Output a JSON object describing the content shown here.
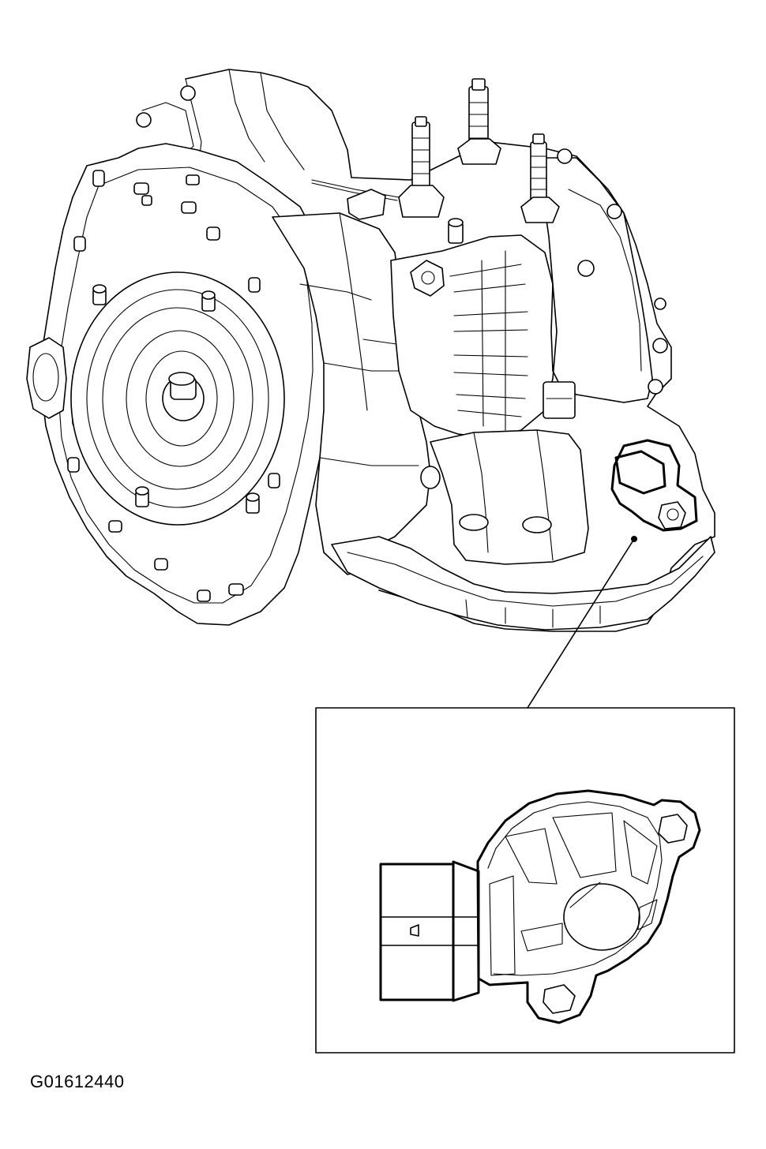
{
  "figure": {
    "code": "G01612440"
  },
  "parts": {
    "main_assembly": "transaxle-assembly",
    "detail_component": "range-sensor",
    "callout": "leader-line"
  },
  "colors": {
    "ink": "#000000",
    "paper": "#ffffff"
  }
}
